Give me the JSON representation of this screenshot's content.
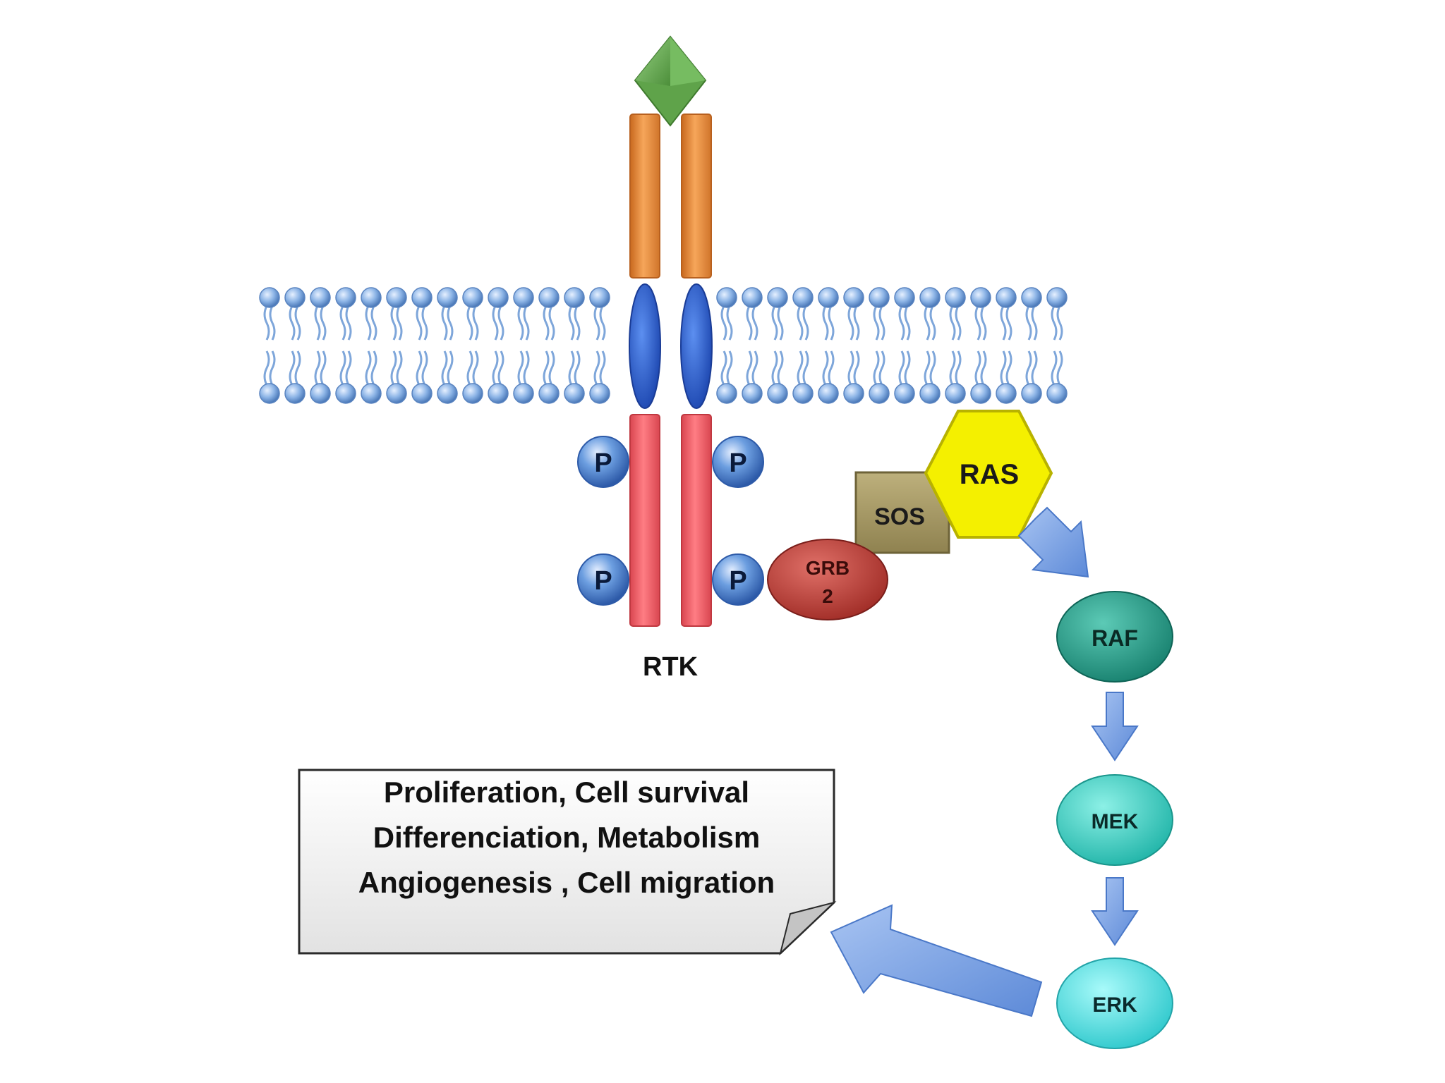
{
  "receptor": {
    "label": "RTK"
  },
  "phospho": {
    "label": "P"
  },
  "adaptor": {
    "label_line1": "GRB",
    "label_line2": "2"
  },
  "gef": {
    "label": "SOS"
  },
  "gtpase": {
    "label": "RAS"
  },
  "kinases": {
    "raf": "RAF",
    "mek": "MEK",
    "erk": "ERK"
  },
  "outcomes": {
    "line1": "Proliferation, Cell survival",
    "line2": "Differenciation, Metabolism",
    "line3": "Angiogenesis , Cell migration"
  },
  "colors": {
    "ligand": "#5fa34a",
    "extracellular_domain": "#f0923a",
    "transmembrane_domain": "#2f62d1",
    "intracellular_domain": "#f0606a",
    "phosphate": "#4f84cf",
    "grb2": "#c3423a",
    "sos": "#a89a66",
    "ras": "#f4f000",
    "raf": "#2aa892",
    "mek": "#3ad8cc",
    "erk": "#48e6e6",
    "arrow": "#7fa6e6",
    "membrane": "#8cb4e6"
  }
}
